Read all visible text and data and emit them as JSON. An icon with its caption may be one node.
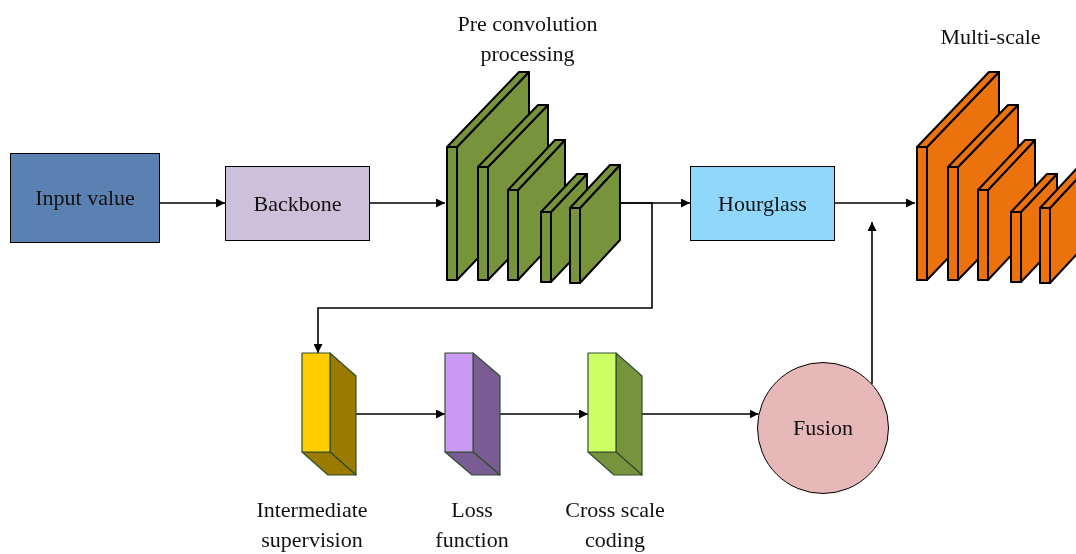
{
  "diagram": {
    "nodes": [
      {
        "text": [
          "Input value"
        ]
      },
      {
        "text": [
          "Backbone"
        ]
      },
      {
        "text": [
          "Pre convolution processing"
        ]
      },
      {
        "text": [
          "Hourglass"
        ]
      },
      {
        "text": [
          "Multi-scale"
        ]
      },
      {
        "text": [
          "Intermediate supervision"
        ]
      },
      {
        "text": [
          "Loss function"
        ]
      },
      {
        "text": [
          "Cross scale coding"
        ]
      },
      {
        "text": [
          "Fusion"
        ]
      }
    ],
    "edges": [
      {
        "from": 0,
        "to": 1,
        "arrow": "to"
      },
      {
        "from": 1,
        "to": 2,
        "arrow": "to"
      },
      {
        "from": 2,
        "to": 3,
        "arrow": "to"
      },
      {
        "from": 2,
        "to": 5,
        "arrow": "to"
      },
      {
        "from": 3,
        "to": 4,
        "arrow": "to"
      },
      {
        "from": 5,
        "to": 6,
        "arrow": "to"
      },
      {
        "from": 6,
        "to": 7,
        "arrow": "to"
      },
      {
        "from": 7,
        "to": 8,
        "arrow": "to"
      },
      {
        "from": 8,
        "to": null,
        "arrow": "to"
      }
    ]
  }
}
